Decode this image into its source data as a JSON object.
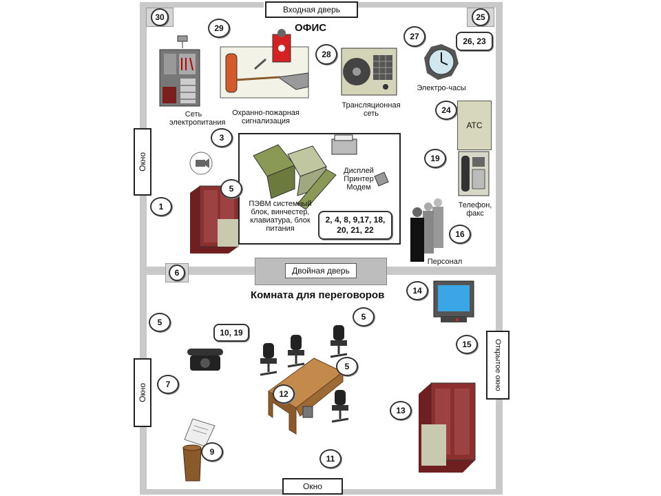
{
  "office": {
    "title": "ОФИС",
    "entrance_door": "Входная дверь",
    "window_left": "Окно",
    "double_door": "Двойная дверь",
    "items": {
      "power_grid": "Сеть электропитания",
      "fire_alarm": "Охранно-пожарная сигнализация",
      "broadcast": "Трансляционная сеть",
      "clock": "Электро-часы",
      "pbx": "АТС",
      "pc": "ПЭВМ системный блок, винчестер, клавиатура, блок питания",
      "peripherals": "Дисплей Принтер Модем",
      "phone_fax": "Телефон, факс",
      "staff": "Персонал"
    },
    "callouts": {
      "c30": "30",
      "c25": "25",
      "c29": "29",
      "c28": "28",
      "c27": "27",
      "c26": "26, 23",
      "c24": "24",
      "c3": "3",
      "c5": "5",
      "c1": "1",
      "c19": "19",
      "c16": "16",
      "c6": "6",
      "pc_list": "2, 4, 8, 9,17, 18, 20, 21, 22"
    }
  },
  "meeting_room": {
    "title": "Комната для переговоров",
    "window_left": "Окно",
    "window_bottom": "Окно",
    "open_window": "Открытое окно",
    "callouts": {
      "c14": "14",
      "c5a": "5",
      "c5b": "5",
      "c5c": "5",
      "c10": "10, 19",
      "c15": "15",
      "c7": "7",
      "c12": "12",
      "c13": "13",
      "c9": "9",
      "c11": "11"
    }
  },
  "colors": {
    "wall": "#c9c9c9",
    "cabinet": "#8b2f2f",
    "fire_red": "#d42222",
    "table": "#b87a3c",
    "screen": "#3aa6e6"
  }
}
